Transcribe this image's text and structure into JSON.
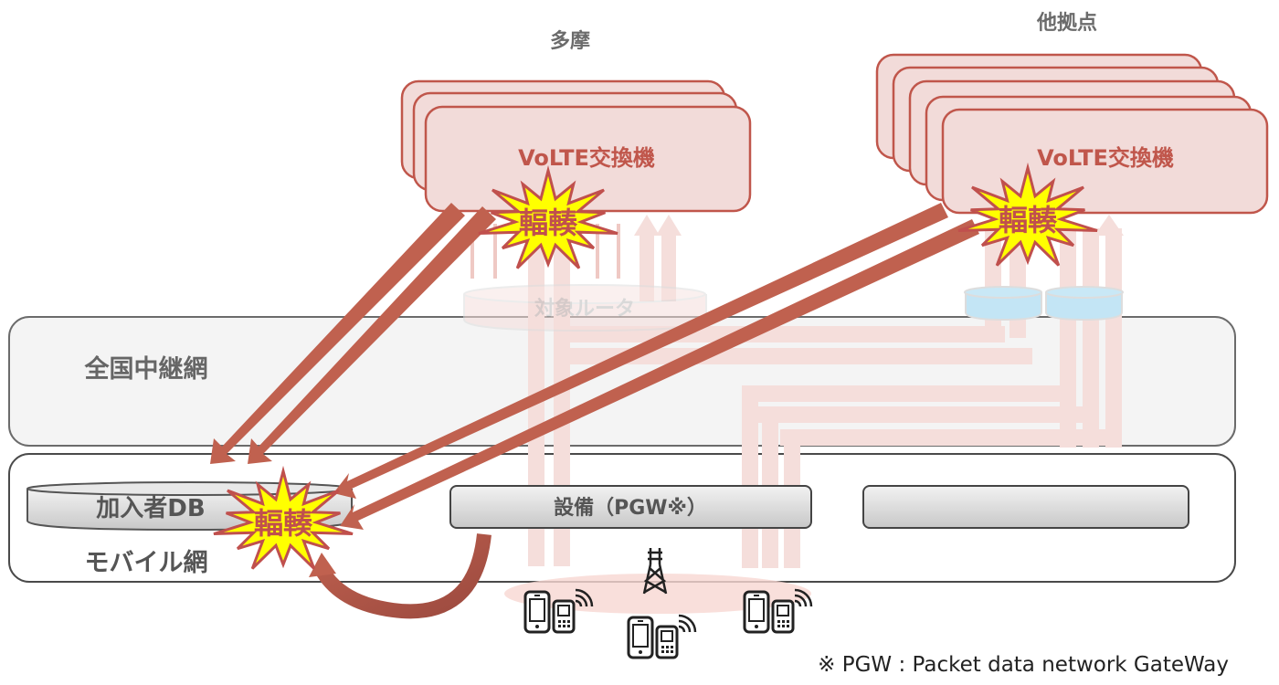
{
  "title": "VoLTE輻輳 発生構成図",
  "sites": {
    "tama": {
      "label": "多摩",
      "switch_label": "VoLTE交換機",
      "stack_count": 3
    },
    "other": {
      "label": "他拠点",
      "switch_label": "VoLTE交換機",
      "stack_count": 5
    }
  },
  "networks": {
    "relay": {
      "label": "全国中継網"
    },
    "mobile": {
      "label": "モバイル網"
    }
  },
  "router": {
    "label": "対象ルータ"
  },
  "equipment": {
    "subscriber_db": "加入者DB",
    "pgw": "設備（PGW※）",
    "other": ""
  },
  "congestion": {
    "label": "輻輳",
    "count": 3
  },
  "footnote": "※ PGW : Packet data network GateWay",
  "colors": {
    "switch_fill": "#f2dbd9",
    "switch_stroke": "#c0564b",
    "arrow": "#c0614f",
    "faded_path": "#f5dedb",
    "burst_fill": "#ffff00",
    "burst_text": "#c0504d",
    "net_fill": "#f4f4f4",
    "label_gray": "#666666",
    "router_blue": "#c3e5f5"
  }
}
